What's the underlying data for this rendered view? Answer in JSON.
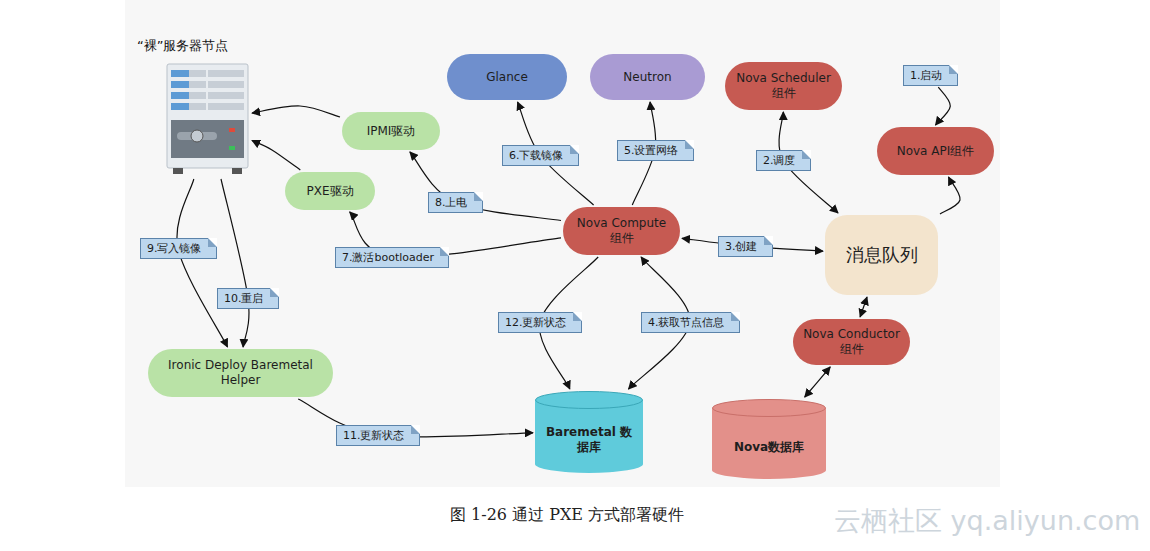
{
  "diagram": {
    "caption": "图 1-26 通过 PXE 方式部署硬件",
    "nodes": [
      {
        "text": [
          "“裸”服务器节点"
        ]
      },
      {
        "text": [
          "Glance"
        ]
      },
      {
        "text": [
          "Neutron"
        ]
      },
      {
        "text": [
          "Nova Scheduler组件"
        ]
      },
      {
        "text": [
          "Nova API组件"
        ]
      },
      {
        "text": [
          "IPMI驱动"
        ]
      },
      {
        "text": [
          "PXE驱动"
        ]
      },
      {
        "text": [
          "Nova Compute组件"
        ]
      },
      {
        "text": [
          "消息队列"
        ]
      },
      {
        "text": [
          "Nova Conductor组件"
        ]
      },
      {
        "text": [
          "Ironic Deploy Baremetal Helper"
        ]
      },
      {
        "text": [
          "Baremetal 数据库"
        ]
      },
      {
        "text": [
          "Nova数据库"
        ]
      }
    ],
    "edges": [
      {
        "from": 8,
        "to": 4,
        "arrow": "to"
      },
      {
        "from": 8,
        "to": 3,
        "label": "2.调度",
        "arrow": "both"
      },
      {
        "from": 7,
        "to": 8,
        "label": "3.创建",
        "arrow": "both"
      },
      {
        "from": 8,
        "to": 9,
        "arrow": "both"
      },
      {
        "from": 9,
        "to": 12,
        "arrow": "both"
      },
      {
        "from": 7,
        "to": 1,
        "label": "6.下载镜像",
        "arrow": "to"
      },
      {
        "from": 7,
        "to": 2,
        "label": "5.设置网络",
        "arrow": "to"
      },
      {
        "from": 7,
        "to": 5,
        "label": "8.上电",
        "arrow": "to"
      },
      {
        "from": 7,
        "to": 6,
        "label": "7.激活bootloader",
        "arrow": "to"
      },
      {
        "from": 5,
        "to": 0,
        "arrow": "to"
      },
      {
        "from": 6,
        "to": 0,
        "arrow": "to"
      },
      {
        "from": 0,
        "to": 10,
        "label": "9.写入镜像",
        "arrow": "to"
      },
      {
        "from": 0,
        "to": 10,
        "label": "10.重启",
        "arrow": "to"
      },
      {
        "from": 7,
        "to": 11,
        "label": "4.获取节点信息",
        "arrow": "both"
      },
      {
        "from": 7,
        "to": 11,
        "label": "12.更新状态",
        "arrow": "to"
      },
      {
        "from": 10,
        "to": 11,
        "label": "11.更新状态",
        "arrow": "to"
      }
    ],
    "labels": [
      "1.启动",
      "云栖社区 yq.aliyun.com"
    ]
  }
}
